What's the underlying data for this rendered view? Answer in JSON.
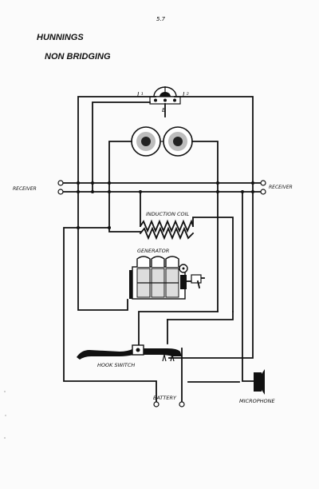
{
  "page_mark": "5.7",
  "title": {
    "line1": "HUNNINGS",
    "line2": "NON BRIDGING"
  },
  "labels": {
    "l1": "L¹",
    "l2": "L²",
    "e": "E",
    "receiver_left": "RECEIVER",
    "receiver_right": "RECEIVER",
    "induction_coil": "INDUCTION COIL",
    "generator": "GENERATOR",
    "hook_switch": "HOOK SWITCH",
    "battery": "BATTERY",
    "microphone": "MICROPHONE"
  }
}
